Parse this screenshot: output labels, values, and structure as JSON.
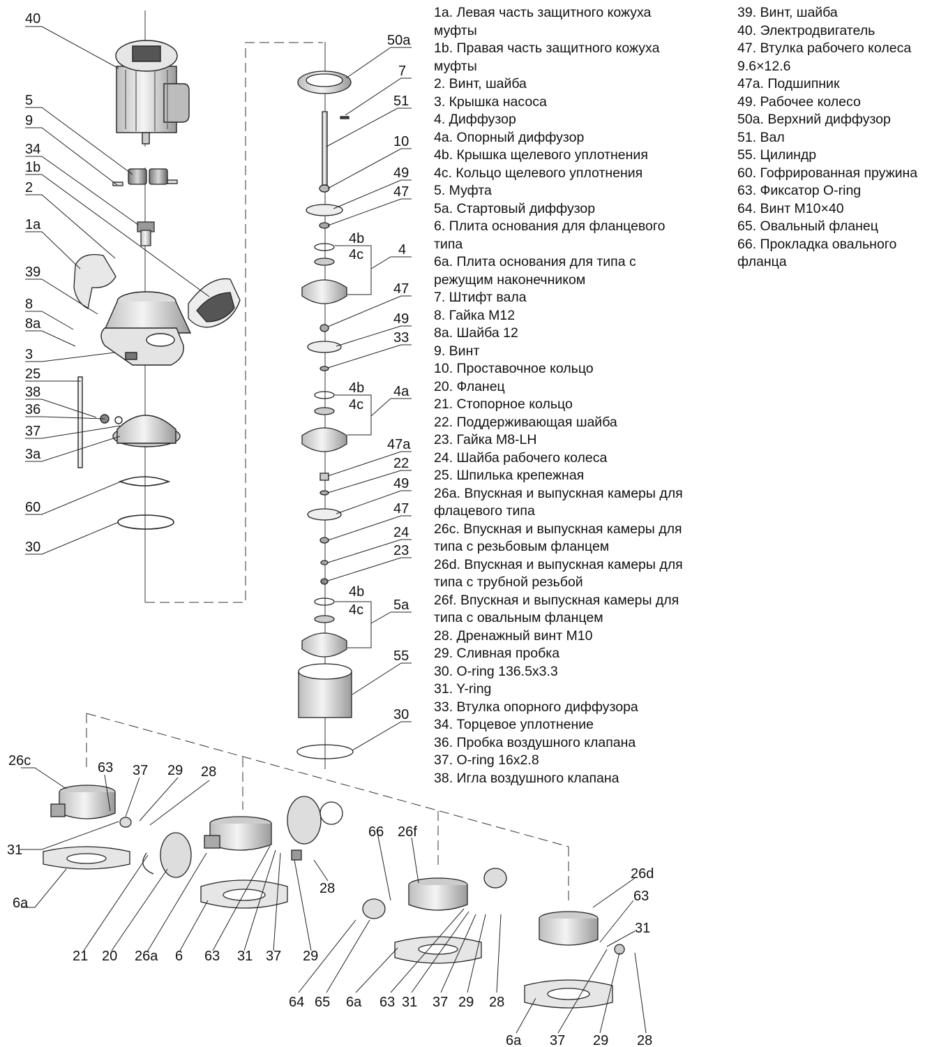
{
  "legend_left": [
    "1a. Левая часть защитного кожуха муфты",
    "1b. Правая часть защитного кожуха муфты",
    "2. Винт, шайба",
    "3. Крышка насоса",
    "4. Диффузор",
    "4a. Опорный диффузор",
    "4b. Крышка щелевого уплотнения",
    "4c. Кольцо щелевого уплотнения",
    "5. Муфта",
    "5a. Стартовый диффузор",
    "6. Плита основания для фланцевого типа",
    "6a. Плита основания для типа с режущим наконечником",
    "7. Штифт вала",
    "8. Гайка M12",
    "8a. Шайба 12",
    "9. Винт",
    "10. Проставочное кольцо",
    "20. Фланец",
    "21. Стопорное кольцо",
    "22. Поддерживающая шайба",
    "23. Гайка M8-LH",
    "24. Шайба рабочего колеса",
    "25. Шпилька крепежная",
    "26a. Впускная и выпускная камеры для флацевого типа",
    "26c. Впускная и выпускная камеры для типа с резьбовым фланцем",
    "26d. Впускная и выпускная камеры для типа с трубной резьбой",
    "26f. Впускная и выпускная камеры для типа с овальным фланцем",
    "28. Дренажный винт M10",
    "29. Сливная пробка",
    "30. O-ring 136.5x3.3",
    "31. Y-ring",
    "33. Втулка опорного диффузора",
    "34. Торцевое уплотнение",
    "36. Пробка воздушного клапана",
    "37. O-ring 16x2.8",
    "38. Игла воздушного клапана"
  ],
  "legend_right": [
    "39. Винт, шайба",
    "40. Электродвигатель",
    "47. Втулка рабочего колеса 9.6×12.6",
    "47a. Подшипник",
    "49. Рабочее колесо",
    "50a. Верхний диффузор",
    "51. Вал",
    "55. Цилиндр",
    "60. Гофрированная пружина",
    "63. Фиксатор O-ring",
    "64. Винт M10×40",
    "65. Овальный фланец",
    "66. Прокладка овального фланца"
  ],
  "callouts": {
    "c40": "40",
    "c5": "5",
    "c9": "9",
    "c34": "34",
    "c1b": "1b",
    "c2": "2",
    "c1a": "1a",
    "c39": "39",
    "c8": "8",
    "c8a": "8a",
    "c3": "3",
    "c25": "25",
    "c38": "38",
    "c36": "36",
    "c37l": "37",
    "c3a": "3a",
    "c60": "60",
    "c30l": "30",
    "c50a": "50a",
    "c7": "7",
    "c51": "51",
    "c10": "10",
    "c49a": "49",
    "c47a": "47",
    "c4b1": "4b",
    "c4c1": "4c",
    "c4": "4",
    "c47b": "47",
    "c49b": "49",
    "c33": "33",
    "c4b2": "4b",
    "c4c2": "4c",
    "c4a": "4a",
    "c47aa": "47a",
    "c22": "22",
    "c49c": "49",
    "c47c": "47",
    "c24": "24",
    "c23": "23",
    "c4b3": "4b",
    "c4c3": "4c",
    "c5a": "5a",
    "c55": "55",
    "c30r": "30",
    "c26c": "26c",
    "c63a": "63",
    "c37a": "37",
    "c29a": "29",
    "c28a": "28",
    "c31a": "31",
    "c6a1": "6a",
    "c28b": "28",
    "c21": "21",
    "c20": "20",
    "c26a": "26a",
    "c6": "6",
    "c63b": "63",
    "c31b": "31",
    "c37b": "37",
    "c29b": "29",
    "c66": "66",
    "c26f": "26f",
    "c64": "64",
    "c65": "65",
    "c6a2": "6a",
    "c63c": "63",
    "c31c": "31",
    "c37c": "37",
    "c29c": "29",
    "c28c": "28",
    "c26d": "26d",
    "c63d": "63",
    "c31d": "31",
    "c6a3": "6a",
    "c37d": "37",
    "c29d": "29",
    "c28d": "28"
  }
}
